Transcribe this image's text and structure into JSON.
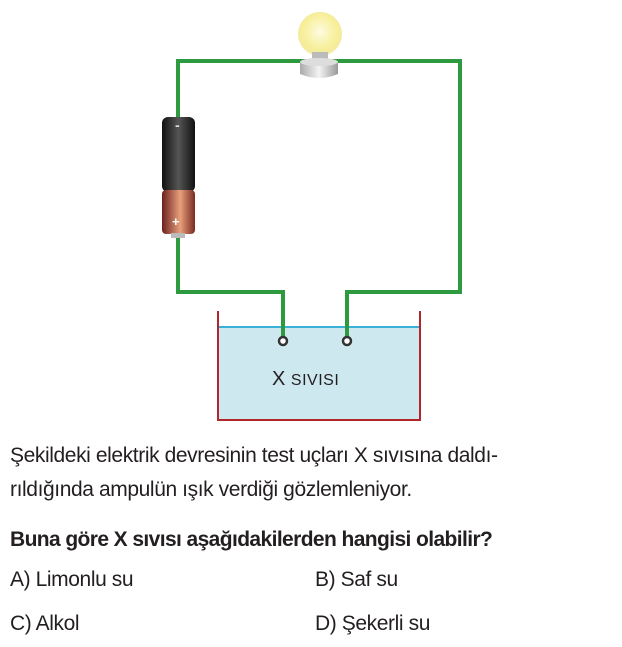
{
  "figure": {
    "battery_minus": "-",
    "battery_plus": "+",
    "liquid_label_x": "X",
    "liquid_label_word": "SIVISI",
    "colors": {
      "wire": "#2e9a3f",
      "beaker": "#b0262a",
      "water": "#cde9ef",
      "water_line": "#3ab0d8"
    }
  },
  "question": {
    "stem_line1": "Şekildeki elektrik devresinin test uçları X sıvısına daldı-",
    "stem_line2": "rıldığında ampulün ışık verdiği gözlemleniyor.",
    "prompt": "Buna göre X sıvısı aşağıdakilerden hangisi olabilir?",
    "options": [
      {
        "label": "A) Limonlu su"
      },
      {
        "label": "B) Saf su"
      },
      {
        "label": "C) Alkol"
      },
      {
        "label": "D) Şekerli su"
      }
    ]
  }
}
